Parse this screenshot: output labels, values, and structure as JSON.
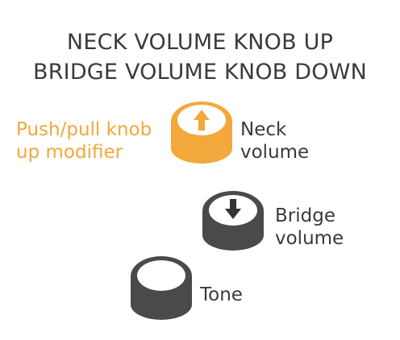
{
  "title": {
    "line1": "NECK VOLUME KNOB UP",
    "line2": "BRIDGE VOLUME KNOB DOWN"
  },
  "modifier_label": {
    "line1": "Push/pull knob",
    "line2": "up modifier"
  },
  "knobs": [
    {
      "name": "neck",
      "label_line1": "Neck",
      "label_line2": "volume",
      "color": "#f2a83a",
      "icon": "arrow-up-icon"
    },
    {
      "name": "bridge",
      "label_line1": "Bridge",
      "label_line2": "volume",
      "color": "#4a4a4a",
      "icon": "arrow-down-icon"
    },
    {
      "name": "tone",
      "label_line1": "Tone",
      "label_line2": "",
      "color": "#4a4a4a",
      "icon": ""
    }
  ],
  "colors": {
    "accent": "#f2a83a",
    "knob_dark": "#4a4a4a",
    "text": "#3a3a3a"
  }
}
